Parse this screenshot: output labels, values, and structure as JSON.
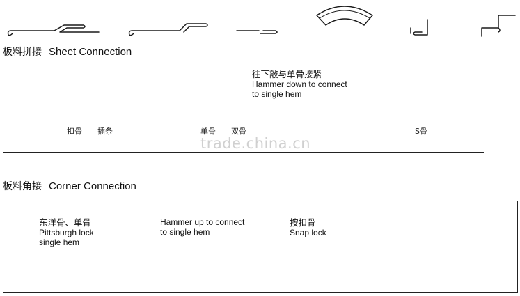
{
  "sheet_section": {
    "title_zh": "板料拼接",
    "title_en": "Sheet Connection",
    "annotation_zh": "往下敲与单骨接紧",
    "annotation_en_line1": "Hammer down to connect",
    "annotation_en_line2": "to single hem",
    "captions": {
      "left_a": "扣骨",
      "left_b": "插条",
      "middle_a": "单骨",
      "middle_b": "双骨",
      "right": "S骨"
    }
  },
  "corner_section": {
    "title_zh": "板料角接",
    "title_en": "Corner Connection",
    "left_label_zh": "东洋骨、单骨",
    "left_label_en_line1": "Pittsburgh lock",
    "left_label_en_line2": "single hem",
    "hammer_up_line1": "Hammer up to connect",
    "hammer_up_line2": "to single hem",
    "right_label_zh": "按扣骨",
    "right_label_en": "Snap lock"
  },
  "watermark": "trade.china.cn",
  "icons": [
    "profile-double-hem-icon",
    "profile-single-hem-icon",
    "profile-flat-seam-icon",
    "profile-elbow-icon",
    "profile-corner-small-icon",
    "profile-corner-large-icon"
  ]
}
